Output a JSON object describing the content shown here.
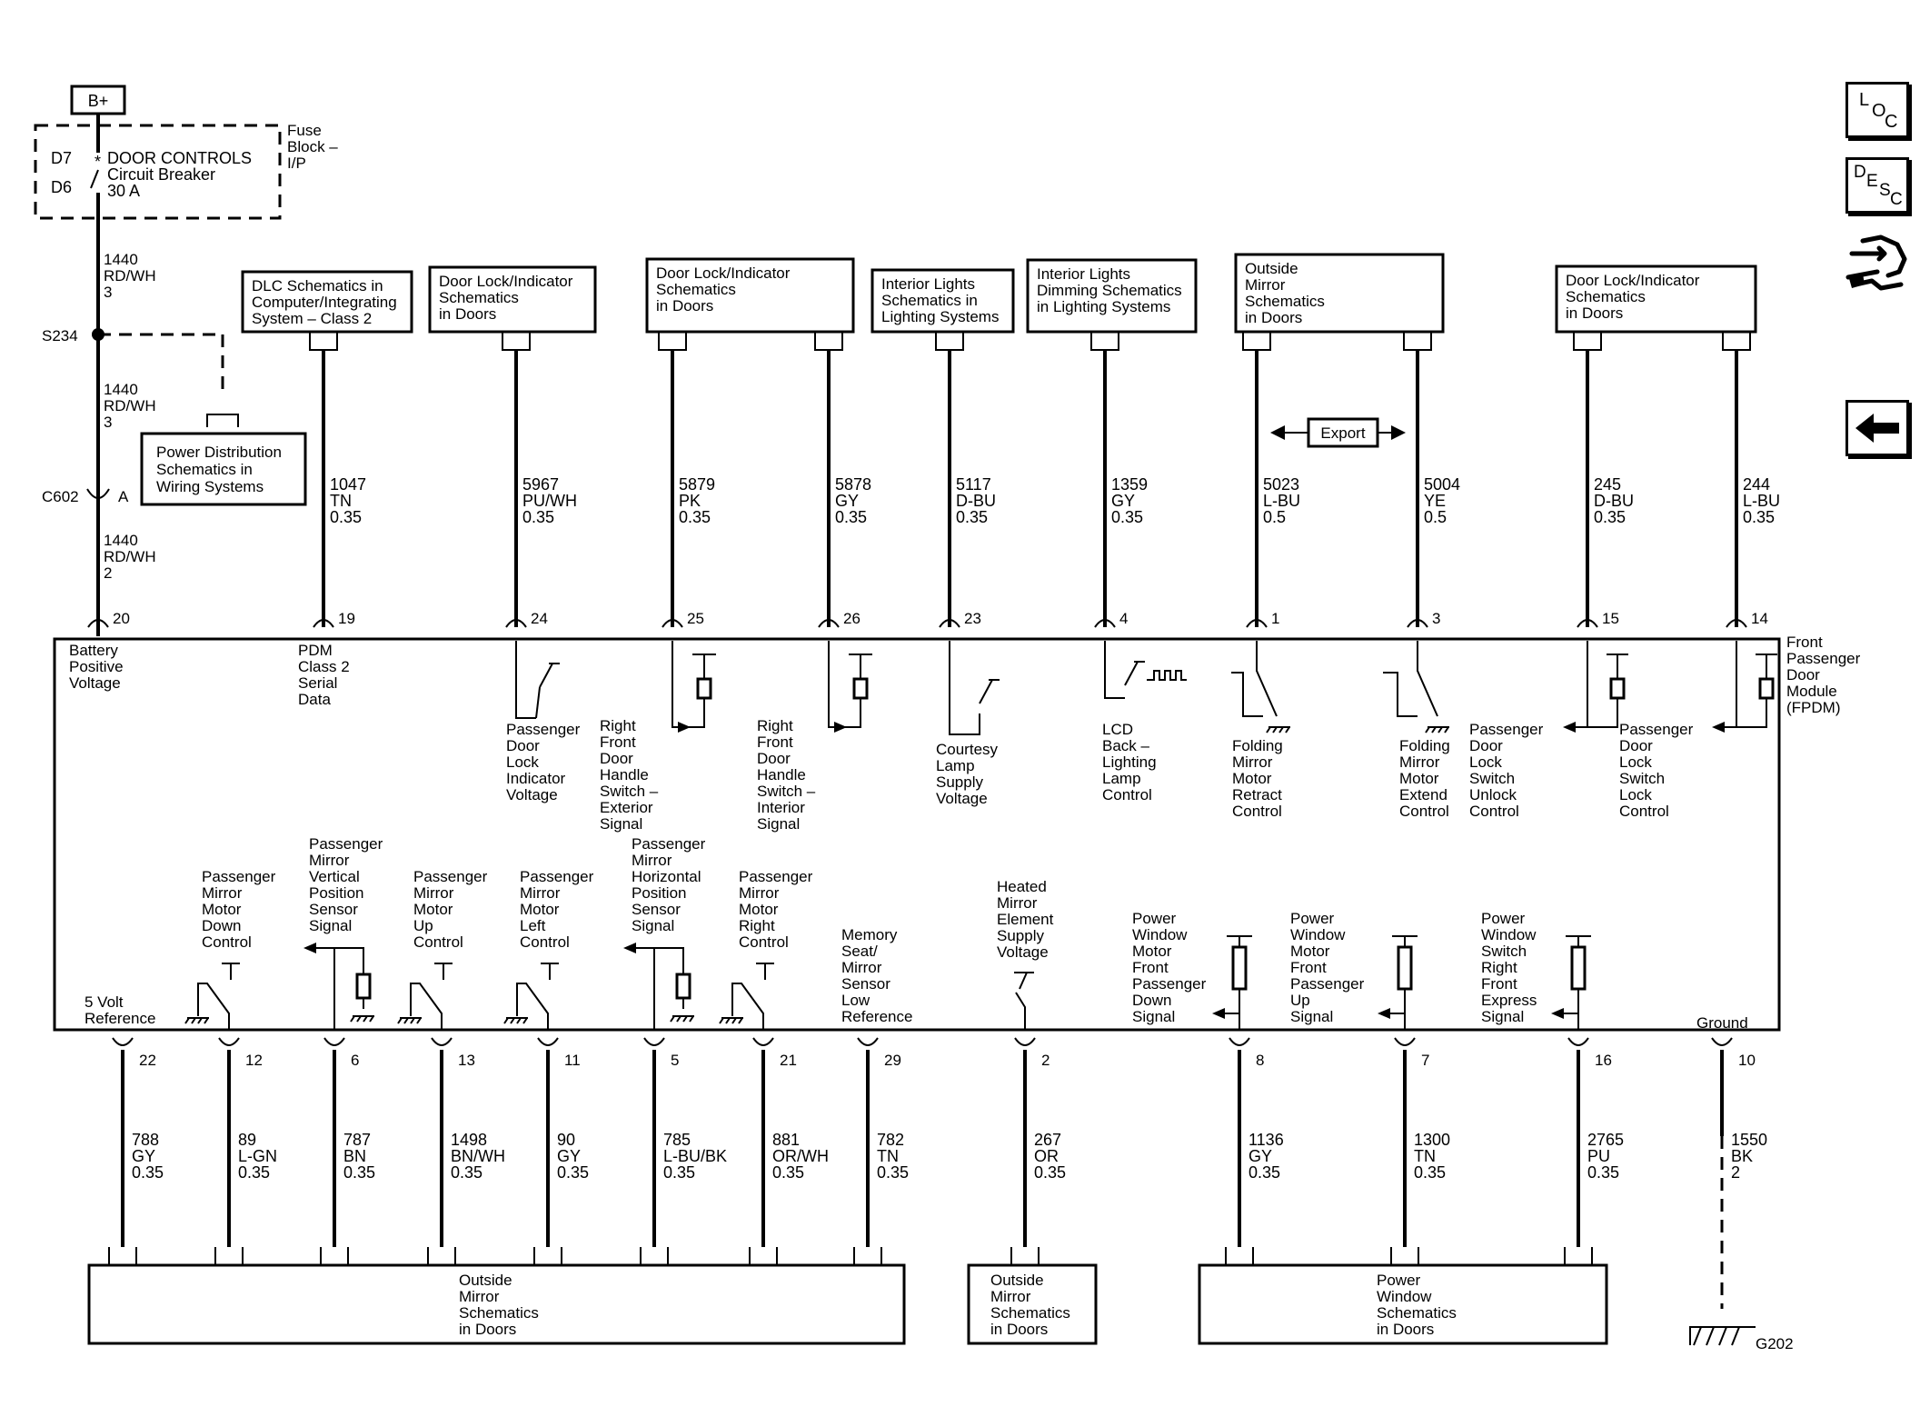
{
  "power_source": {
    "label": "B+"
  },
  "fuse_block": {
    "pins": [
      "D7",
      "D6"
    ],
    "lines": [
      "DOOR CONTROLS",
      "Circuit Breaker",
      "30 A"
    ],
    "location": [
      "Fuse",
      "Block –",
      "I/P"
    ]
  },
  "feed_wires": [
    {
      "id": "w1",
      "lines": [
        "1440",
        "RD/WH",
        "3"
      ]
    },
    {
      "id": "w2",
      "lines": [
        "1440",
        "RD/WH",
        "3"
      ]
    },
    {
      "id": "w3",
      "lines": [
        "1440",
        "RD/WH",
        "2"
      ]
    }
  ],
  "splice": {
    "label": "S234"
  },
  "connector": {
    "label": "C602",
    "pin": "A"
  },
  "top_references": [
    {
      "id": "dlc",
      "lines": [
        "DLC Schematics in",
        "Computer/Integrating",
        "System – Class 2"
      ]
    },
    {
      "id": "lock1",
      "lines": [
        "Door Lock/Indicator",
        "Schematics",
        "in Doors"
      ]
    },
    {
      "id": "lock2",
      "lines": [
        "Door Lock/Indicator",
        "Schematics",
        "in Doors"
      ]
    },
    {
      "id": "interior",
      "lines": [
        "Interior Lights",
        "Schematics in",
        "Lighting Systems"
      ]
    },
    {
      "id": "dimming",
      "lines": [
        "Interior Lights",
        "Dimming Schematics",
        "in Lighting Systems"
      ]
    },
    {
      "id": "mirror",
      "lines": [
        "Outside",
        "Mirror",
        "Schematics",
        "in Doors"
      ]
    },
    {
      "id": "lock3",
      "lines": [
        "Door Lock/Indicator",
        "Schematics",
        "in Doors"
      ]
    },
    {
      "id": "powerdist",
      "lines": [
        "Power Distribution",
        "Schematics in",
        "Wiring Systems"
      ]
    }
  ],
  "export_label": "Export",
  "top_wires": [
    {
      "pin": "19",
      "lines": [
        "1047",
        "TN",
        "0.35"
      ]
    },
    {
      "pin": "24",
      "lines": [
        "5967",
        "PU/WH",
        "0.35"
      ]
    },
    {
      "pin": "25",
      "lines": [
        "5879",
        "PK",
        "0.35"
      ]
    },
    {
      "pin": "26",
      "lines": [
        "5878",
        "GY",
        "0.35"
      ]
    },
    {
      "pin": "23",
      "lines": [
        "5117",
        "D-BU",
        "0.35"
      ]
    },
    {
      "pin": "4",
      "lines": [
        "1359",
        "GY",
        "0.35"
      ]
    },
    {
      "pin": "1",
      "lines": [
        "5023",
        "L-BU",
        "0.5"
      ]
    },
    {
      "pin": "3",
      "lines": [
        "5004",
        "YE",
        "0.5"
      ]
    },
    {
      "pin": "15",
      "lines": [
        "245",
        "D-BU",
        "0.35"
      ]
    },
    {
      "pin": "14",
      "lines": [
        "244",
        "L-BU",
        "0.35"
      ]
    }
  ],
  "battery_pin": "20",
  "module": {
    "lines": [
      "Front",
      "Passenger",
      "Door",
      "Module",
      "(FPDM)"
    ]
  },
  "top_functions": [
    {
      "id": "bat",
      "lines": [
        "Battery",
        "Positive",
        "Voltage"
      ]
    },
    {
      "id": "pdm",
      "lines": [
        "PDM",
        "Class 2",
        "Serial",
        "Data"
      ]
    },
    {
      "id": "lockind",
      "lines": [
        "Passenger",
        "Door",
        "Lock",
        "Indicator",
        "Voltage"
      ]
    },
    {
      "id": "exth",
      "lines": [
        "Right",
        "Front",
        "Door",
        "Handle",
        "Switch –",
        "Exterior",
        "Signal"
      ]
    },
    {
      "id": "inth",
      "lines": [
        "Right",
        "Front",
        "Door",
        "Handle",
        "Switch –",
        "Interior",
        "Signal"
      ]
    },
    {
      "id": "courtesy",
      "lines": [
        "Courtesy",
        "Lamp",
        "Supply",
        "Voltage"
      ]
    },
    {
      "id": "lcd",
      "lines": [
        "LCD",
        "Back –",
        "Lighting",
        "Lamp",
        "Control"
      ]
    },
    {
      "id": "retract",
      "lines": [
        "Folding",
        "Mirror",
        "Motor",
        "Retract",
        "Control"
      ]
    },
    {
      "id": "extend",
      "lines": [
        "Folding",
        "Mirror",
        "Motor",
        "Extend",
        "Control"
      ]
    },
    {
      "id": "unlock",
      "lines": [
        "Passenger",
        "Door",
        "Lock",
        "Switch",
        "Unlock",
        "Control"
      ]
    },
    {
      "id": "lock",
      "lines": [
        "Passenger",
        "Door",
        "Lock",
        "Switch",
        "Lock",
        "Control"
      ]
    }
  ],
  "bottom_functions": [
    {
      "id": "ref5",
      "lines": [
        "5 Volt",
        "Reference"
      ]
    },
    {
      "id": "mdown",
      "lines": [
        "Passenger",
        "Mirror",
        "Motor",
        "Down",
        "Control"
      ]
    },
    {
      "id": "mvert",
      "lines": [
        "Passenger",
        "Mirror",
        "Vertical",
        "Position",
        "Sensor",
        "Signal"
      ]
    },
    {
      "id": "mup",
      "lines": [
        "Passenger",
        "Mirror",
        "Motor",
        "Up",
        "Control"
      ]
    },
    {
      "id": "mleft",
      "lines": [
        "Passenger",
        "Mirror",
        "Motor",
        "Left",
        "Control"
      ]
    },
    {
      "id": "mhoriz",
      "lines": [
        "Passenger",
        "Mirror",
        "Horizontal",
        "Position",
        "Sensor",
        "Signal"
      ]
    },
    {
      "id": "mright",
      "lines": [
        "Passenger",
        "Mirror",
        "Motor",
        "Right",
        "Control"
      ]
    },
    {
      "id": "memref",
      "lines": [
        "Memory",
        "Seat/",
        "Mirror",
        "Sensor",
        "Low",
        "Reference"
      ]
    },
    {
      "id": "heated",
      "lines": [
        "Heated",
        "Mirror",
        "Element",
        "Supply",
        "Voltage"
      ]
    },
    {
      "id": "pwdown",
      "lines": [
        "Power",
        "Window",
        "Motor",
        "Front",
        "Passenger",
        "Down",
        "Signal"
      ]
    },
    {
      "id": "pwup",
      "lines": [
        "Power",
        "Window",
        "Motor",
        "Front",
        "Passenger",
        "Up",
        "Signal"
      ]
    },
    {
      "id": "pwexp",
      "lines": [
        "Power",
        "Window",
        "Switch",
        "Right",
        "Front",
        "Express",
        "Signal"
      ]
    },
    {
      "id": "ground",
      "lines": [
        "Ground"
      ]
    }
  ],
  "bottom_wires": [
    {
      "pin": "22",
      "lines": [
        "788",
        "GY",
        "0.35"
      ]
    },
    {
      "pin": "12",
      "lines": [
        "89",
        "L-GN",
        "0.35"
      ]
    },
    {
      "pin": "6",
      "lines": [
        "787",
        "BN",
        "0.35"
      ]
    },
    {
      "pin": "13",
      "lines": [
        "1498",
        "BN/WH",
        "0.35"
      ]
    },
    {
      "pin": "11",
      "lines": [
        "90",
        "GY",
        "0.35"
      ]
    },
    {
      "pin": "5",
      "lines": [
        "785",
        "L-BU/BK",
        "0.35"
      ]
    },
    {
      "pin": "21",
      "lines": [
        "881",
        "OR/WH",
        "0.35"
      ]
    },
    {
      "pin": "29",
      "lines": [
        "782",
        "TN",
        "0.35"
      ]
    },
    {
      "pin": "2",
      "lines": [
        "267",
        "OR",
        "0.35"
      ]
    },
    {
      "pin": "8",
      "lines": [
        "1136",
        "GY",
        "0.35"
      ]
    },
    {
      "pin": "7",
      "lines": [
        "1300",
        "TN",
        "0.35"
      ]
    },
    {
      "pin": "16",
      "lines": [
        "2765",
        "PU",
        "0.35"
      ]
    },
    {
      "pin": "10",
      "lines": [
        "1550",
        "BK",
        "2"
      ]
    }
  ],
  "bottom_references": [
    {
      "id": "mirror",
      "lines": [
        "Outside",
        "Mirror",
        "Schematics",
        "in Doors"
      ]
    },
    {
      "id": "heated",
      "lines": [
        "Outside",
        "Mirror",
        "Schematics",
        "in Doors"
      ]
    },
    {
      "id": "window",
      "lines": [
        "Power",
        "Window",
        "Schematics",
        "in Doors"
      ]
    }
  ],
  "ground_label": "G202",
  "nav": {
    "loc": [
      "L",
      "O",
      "C"
    ],
    "desc": [
      "D",
      "E",
      "S",
      "C"
    ]
  },
  "icons": {
    "nav_back": "arrow-left-icon",
    "nav_hand": "hand-pointer-icon"
  }
}
